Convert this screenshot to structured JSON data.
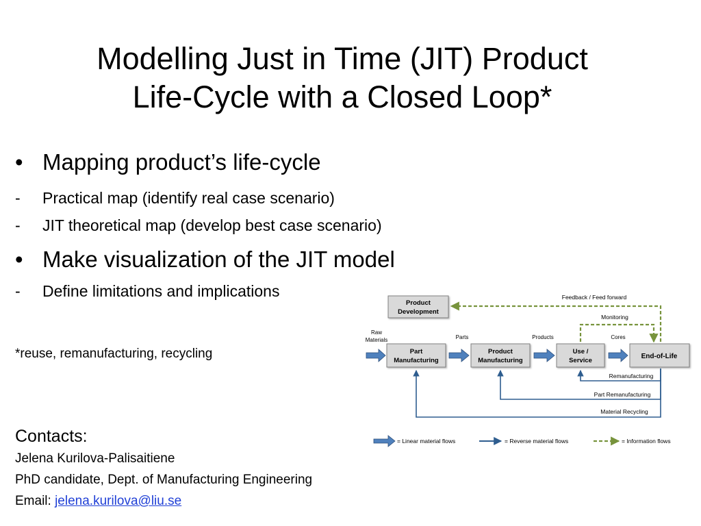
{
  "slide": {
    "title_line1": "Modelling Just in Time (JIT) Product",
    "title_line2": "Life-Cycle with a Closed Loop*",
    "bullets": [
      {
        "text": "Mapping product’s life-cycle",
        "subs": [
          "Practical map (identify real case scenario)",
          "JIT theoretical map (develop best case scenario)"
        ]
      },
      {
        "text": "Make visualization of the JIT model",
        "subs": [
          "Define limitations and implications"
        ]
      }
    ],
    "bullet_marker": "•",
    "sub_marker": "-",
    "footnote": "*reuse, remanufacturing, recycling",
    "contacts": {
      "heading": "Contacts:",
      "name": "Jelena Kurilova-Palisaitiene",
      "role": "PhD candidate, Dept. of Manufacturing Engineering",
      "email_label": "Email: ",
      "email": "jelena.kurilova@liu.se"
    }
  },
  "diagram": {
    "boxes": {
      "product_development": [
        "Product",
        "Development"
      ],
      "part_manufacturing": [
        "Part",
        "Manufacturing"
      ],
      "product_manufacturing": [
        "Product",
        "Manufacturing"
      ],
      "use_service": [
        "Use /",
        "Service"
      ],
      "end_of_life": [
        "End-of-Life"
      ]
    },
    "labels": {
      "raw_materials": [
        "Raw",
        "Materials"
      ],
      "parts": "Parts",
      "products": "Products",
      "cores": "Cores",
      "feedback": "Feedback / Feed forward",
      "monitoring": "Monitoring",
      "remanufacturing": "Remanufacturing",
      "part_remanufacturing": "Part Remanufacturing",
      "material_recycling": "Material Recycling"
    },
    "legend": {
      "linear": "= Linear material flows",
      "reverse": "= Reverse material flows",
      "information": "= Information flows"
    },
    "colors": {
      "linear_arrow": "#4f81bd",
      "reverse_arrow": "#2e5d8f",
      "information_arrow": "#77933c",
      "box_fill": "#d9d9d9",
      "box_stroke": "#7f7f7f"
    }
  }
}
